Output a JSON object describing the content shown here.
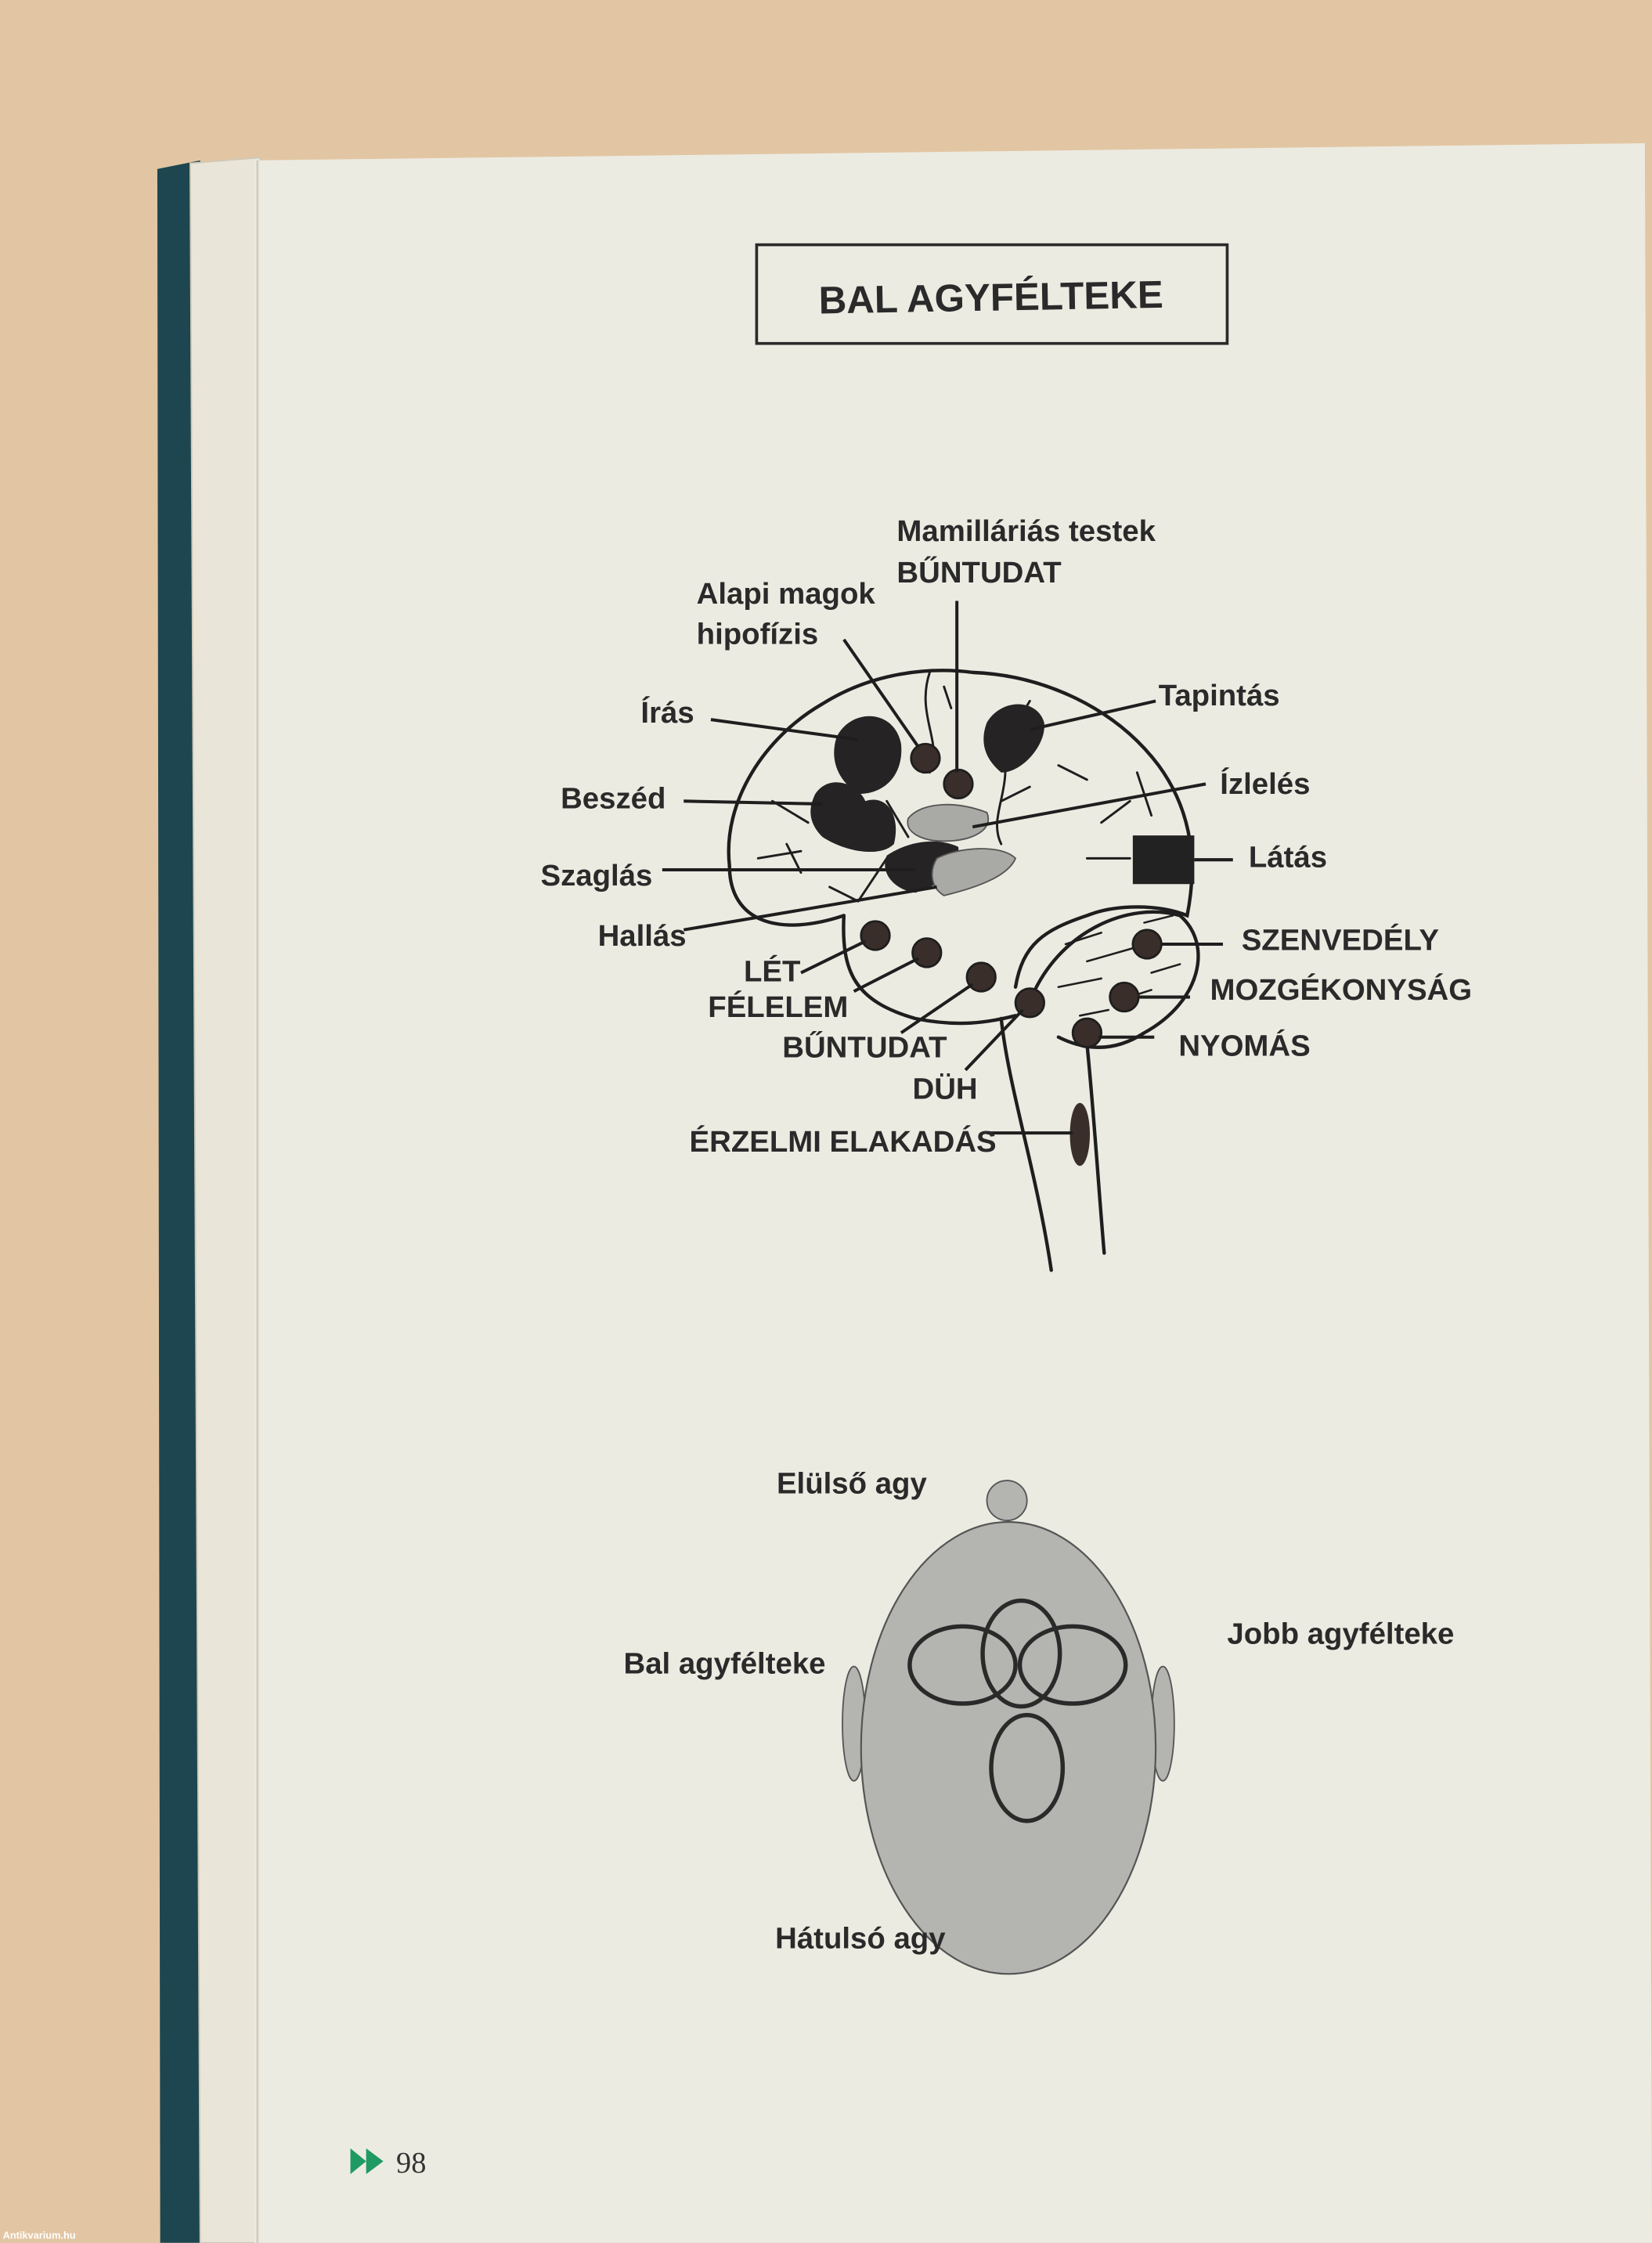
{
  "title": "BAL AGYFÉLTEKE",
  "brain_labels": {
    "mamillaris": "Mamilláriás testek",
    "mamillaris_emotion": "BŰNTUDAT",
    "alapi_magok": "Alapi magok",
    "hipofizis": "hipofízis",
    "iras": "Írás",
    "beszed": "Beszéd",
    "szaglas": "Szaglás",
    "hallas": "Hallás",
    "let": "LÉT",
    "felelem": "FÉLELEM",
    "buntudat": "BŰNTUDAT",
    "duh": "DÜH",
    "erzelmi_elakadas": "ÉRZELMI ELAKADÁS",
    "tapintas": "Tapintás",
    "izleles": "Ízlelés",
    "latas": "Látás",
    "szenvedely": "SZENVEDÉLY",
    "mozgekonysag": "MOZGÉKONYSÁG",
    "nyomas": "NYOMÁS"
  },
  "head_labels": {
    "front": "Elülső agy",
    "left": "Bal agyfélteke",
    "right": "Jobb agyfélteke",
    "back": "Hátulsó agy"
  },
  "page_number": "98",
  "watermark": "Antikvarium.hu",
  "colors": {
    "accent": "#1f9a63",
    "page": "#ecebe2",
    "background": "#e2c6a3",
    "spine": "#1d4650"
  }
}
